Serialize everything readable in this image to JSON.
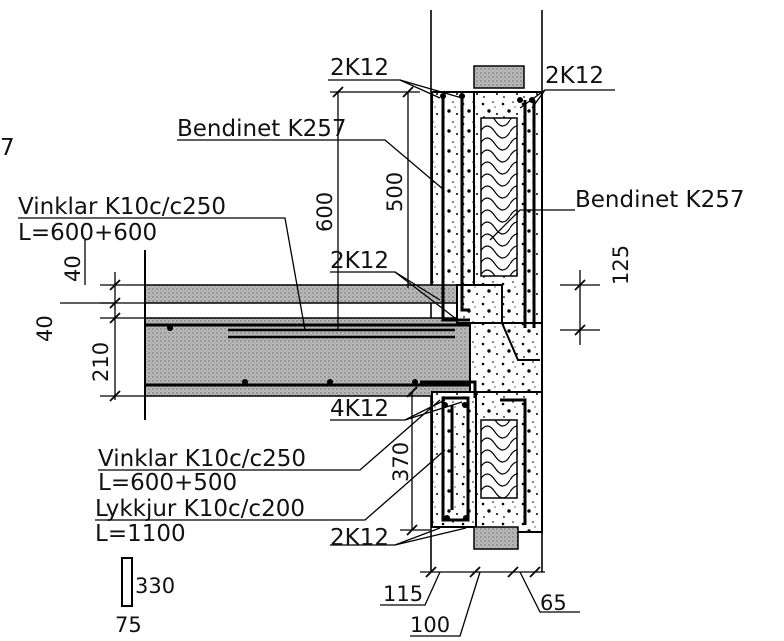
{
  "labels": {
    "edge_digit": "7",
    "bar_top_left": "2K12",
    "bar_top_right": "2K12",
    "bendinet_left": "Bendinet K257",
    "bendinet_right": "Bendinet K257",
    "vinklar_top_1": "Vinklar K10c/c250",
    "vinklar_top_2": "L=600+600",
    "bar_mid": "2K12",
    "bar_4k12": "4K12",
    "vinklar_bot_1": "Vinklar K10c/c250",
    "vinklar_bot_2": "L=600+500",
    "lykkjur_1": "Lykkjur K10c/c200",
    "lykkjur_2": "L=1100",
    "bar_bottom": "2K12"
  },
  "dimensions": {
    "d600": "600",
    "d500": "500",
    "d125": "125",
    "d40a": "40",
    "d40b": "40",
    "d210": "210",
    "d370": "370",
    "d115": "115",
    "d100": "100",
    "d65": "65",
    "d330": "330",
    "d75": "75"
  }
}
